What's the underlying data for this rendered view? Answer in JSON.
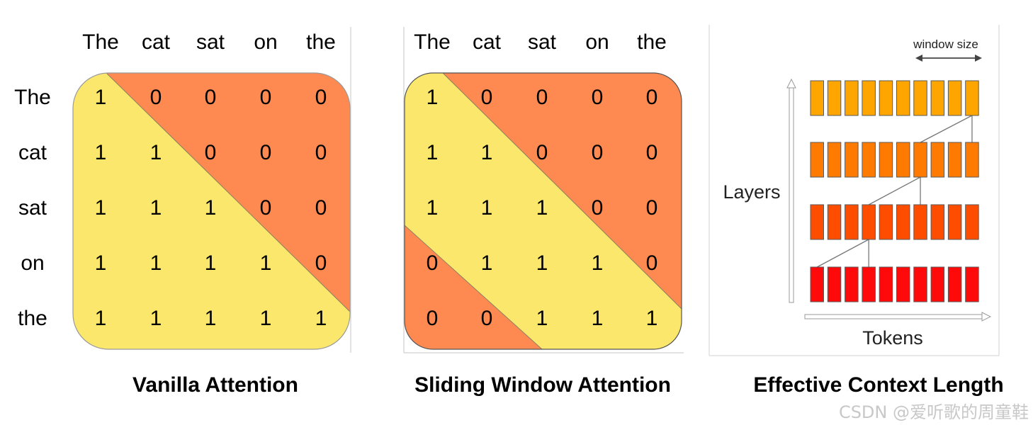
{
  "tokens": [
    "The",
    "cat",
    "sat",
    "on",
    "the"
  ],
  "panels": [
    {
      "caption": "Vanilla Attention",
      "matrix": [
        [
          1,
          0,
          0,
          0,
          0
        ],
        [
          1,
          1,
          0,
          0,
          0
        ],
        [
          1,
          1,
          1,
          0,
          0
        ],
        [
          1,
          1,
          1,
          1,
          0
        ],
        [
          1,
          1,
          1,
          1,
          1
        ]
      ]
    },
    {
      "caption": "Sliding Window Attention",
      "matrix": [
        [
          1,
          0,
          0,
          0,
          0
        ],
        [
          1,
          1,
          0,
          0,
          0
        ],
        [
          1,
          1,
          1,
          0,
          0
        ],
        [
          0,
          1,
          1,
          1,
          0
        ],
        [
          0,
          0,
          1,
          1,
          1
        ]
      ]
    },
    {
      "caption": "Effective Context Length",
      "window_label": "window size",
      "layers_label": "Layers",
      "tokens_label": "Tokens",
      "num_layers": 4,
      "num_tokens": 10,
      "layer_colors": [
        "#ffa500",
        "#ff7a00",
        "#ff4d00",
        "#ff0a0a"
      ]
    }
  ],
  "colors": {
    "yellow": "#fbe76c",
    "orange": "#fe8a52"
  },
  "watermark": "CSDN @爱听歌的周童鞋"
}
